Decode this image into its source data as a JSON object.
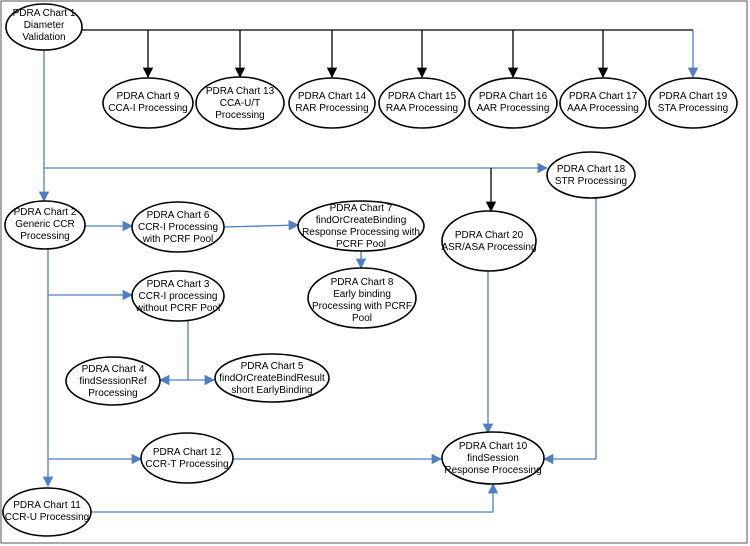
{
  "nodes": [
    {
      "id": "n1",
      "lines": [
        "PDRA Chart 1",
        "Diameter",
        "Validation"
      ]
    },
    {
      "id": "n9",
      "lines": [
        "PDRA Chart 9",
        "CCA-I Processing"
      ]
    },
    {
      "id": "n13",
      "lines": [
        "PDRA Chart 13",
        "CCA-U/T",
        "Processing"
      ]
    },
    {
      "id": "n14",
      "lines": [
        "PDRA Chart 14",
        "RAR Processing"
      ]
    },
    {
      "id": "n15",
      "lines": [
        "PDRA Chart 15",
        "RAA Processing"
      ]
    },
    {
      "id": "n16",
      "lines": [
        "PDRA Chart 16",
        "AAR Processing"
      ]
    },
    {
      "id": "n17",
      "lines": [
        "PDRA Chart 17",
        "AAA Processing"
      ]
    },
    {
      "id": "n19",
      "lines": [
        "PDRA Chart 19",
        "STA Processing"
      ]
    },
    {
      "id": "n18",
      "lines": [
        "PDRA Chart 18",
        "STR Processing"
      ]
    },
    {
      "id": "n2",
      "lines": [
        "PDRA Chart 2",
        "Generic CCR",
        "Processing"
      ]
    },
    {
      "id": "n6",
      "lines": [
        "PDRA Chart 6",
        "CCR-I Processing",
        "with PCRF Pool"
      ]
    },
    {
      "id": "n7",
      "lines": [
        "PDRA Chart 7",
        "findOrCreateBinding",
        "Response Processing with",
        "PCRF Pool"
      ]
    },
    {
      "id": "n20",
      "lines": [
        "PDRA Chart 20",
        "ASR/ASA Processing"
      ]
    },
    {
      "id": "n3",
      "lines": [
        "PDRA Chart 3",
        "CCR-I processing",
        "without PCRF Pool"
      ]
    },
    {
      "id": "n8",
      "lines": [
        "PDRA Chart 8",
        "Early binding",
        "Processing with PCRF",
        "Pool"
      ]
    },
    {
      "id": "n4",
      "lines": [
        "PDRA Chart 4",
        "findSessionRef",
        "Processing"
      ]
    },
    {
      "id": "n5",
      "lines": [
        "PDRA Chart 5",
        "findOrCreateBindResult",
        "short EarlyBinding"
      ]
    },
    {
      "id": "n12",
      "lines": [
        "PDRA Chart 12",
        "CCR-T Processing"
      ]
    },
    {
      "id": "n10",
      "lines": [
        "PDRA Chart 10",
        "findSession",
        "Response Processing"
      ]
    },
    {
      "id": "n11",
      "lines": [
        "PDRA Chart 11",
        "CCR-U Processing"
      ]
    }
  ],
  "edges": [
    {
      "from": "n1",
      "to": "n9",
      "color": "#000000"
    },
    {
      "from": "n1",
      "to": "n13",
      "color": "#000000"
    },
    {
      "from": "n1",
      "to": "n14",
      "color": "#000000"
    },
    {
      "from": "n1",
      "to": "n15",
      "color": "#000000"
    },
    {
      "from": "n1",
      "to": "n16",
      "color": "#000000"
    },
    {
      "from": "n1",
      "to": "n17",
      "color": "#000000"
    },
    {
      "from": "n1",
      "to": "n19",
      "color": "#4f7fc2"
    },
    {
      "from": "n1",
      "to": "n18",
      "color": "#4f7fc2"
    },
    {
      "from": "n1",
      "to": "n20",
      "color": "#000000"
    },
    {
      "from": "n1",
      "to": "n2",
      "color": "#4f7fc2"
    },
    {
      "from": "n2",
      "to": "n6",
      "color": "#4f7fc2"
    },
    {
      "from": "n6",
      "to": "n7",
      "color": "#4f7fc2"
    },
    {
      "from": "n7",
      "to": "n8",
      "color": "#4f7fc2"
    },
    {
      "from": "n2",
      "to": "n3",
      "color": "#4f7fc2"
    },
    {
      "from": "n3",
      "to": "n4",
      "color": "#4f7fc2"
    },
    {
      "from": "n3",
      "to": "n5",
      "color": "#4f7fc2"
    },
    {
      "from": "n2",
      "to": "n12",
      "color": "#4f7fc2"
    },
    {
      "from": "n2",
      "to": "n11",
      "color": "#4f7fc2"
    },
    {
      "from": "n12",
      "to": "n10",
      "color": "#4f7fc2"
    },
    {
      "from": "n11",
      "to": "n10",
      "color": "#4f7fc2"
    },
    {
      "from": "n20",
      "to": "n10",
      "color": "#4f7fc2"
    },
    {
      "from": "n18",
      "to": "n10",
      "color": "#4f7fc2"
    }
  ]
}
